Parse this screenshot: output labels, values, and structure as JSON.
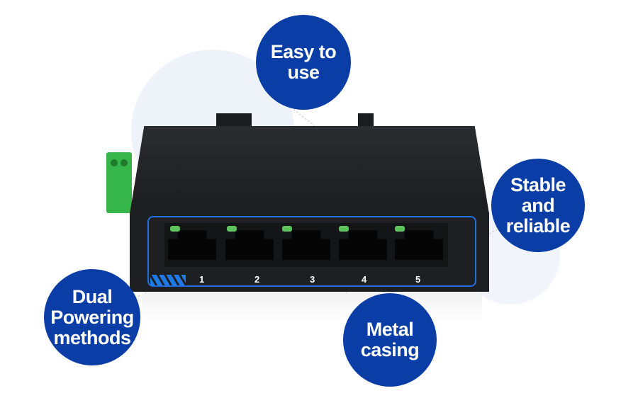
{
  "features": {
    "easy": "Easy to use",
    "stable": "Stable and reliable",
    "dual": "Dual Powering methods",
    "metal": "Metal casing"
  },
  "ports": [
    "1",
    "2",
    "3",
    "4",
    "5"
  ],
  "colors": {
    "bubble": "#0a3ea6",
    "frame": "#1f6fe0",
    "led": "#5cc45a",
    "terminal": "#36b54a"
  }
}
